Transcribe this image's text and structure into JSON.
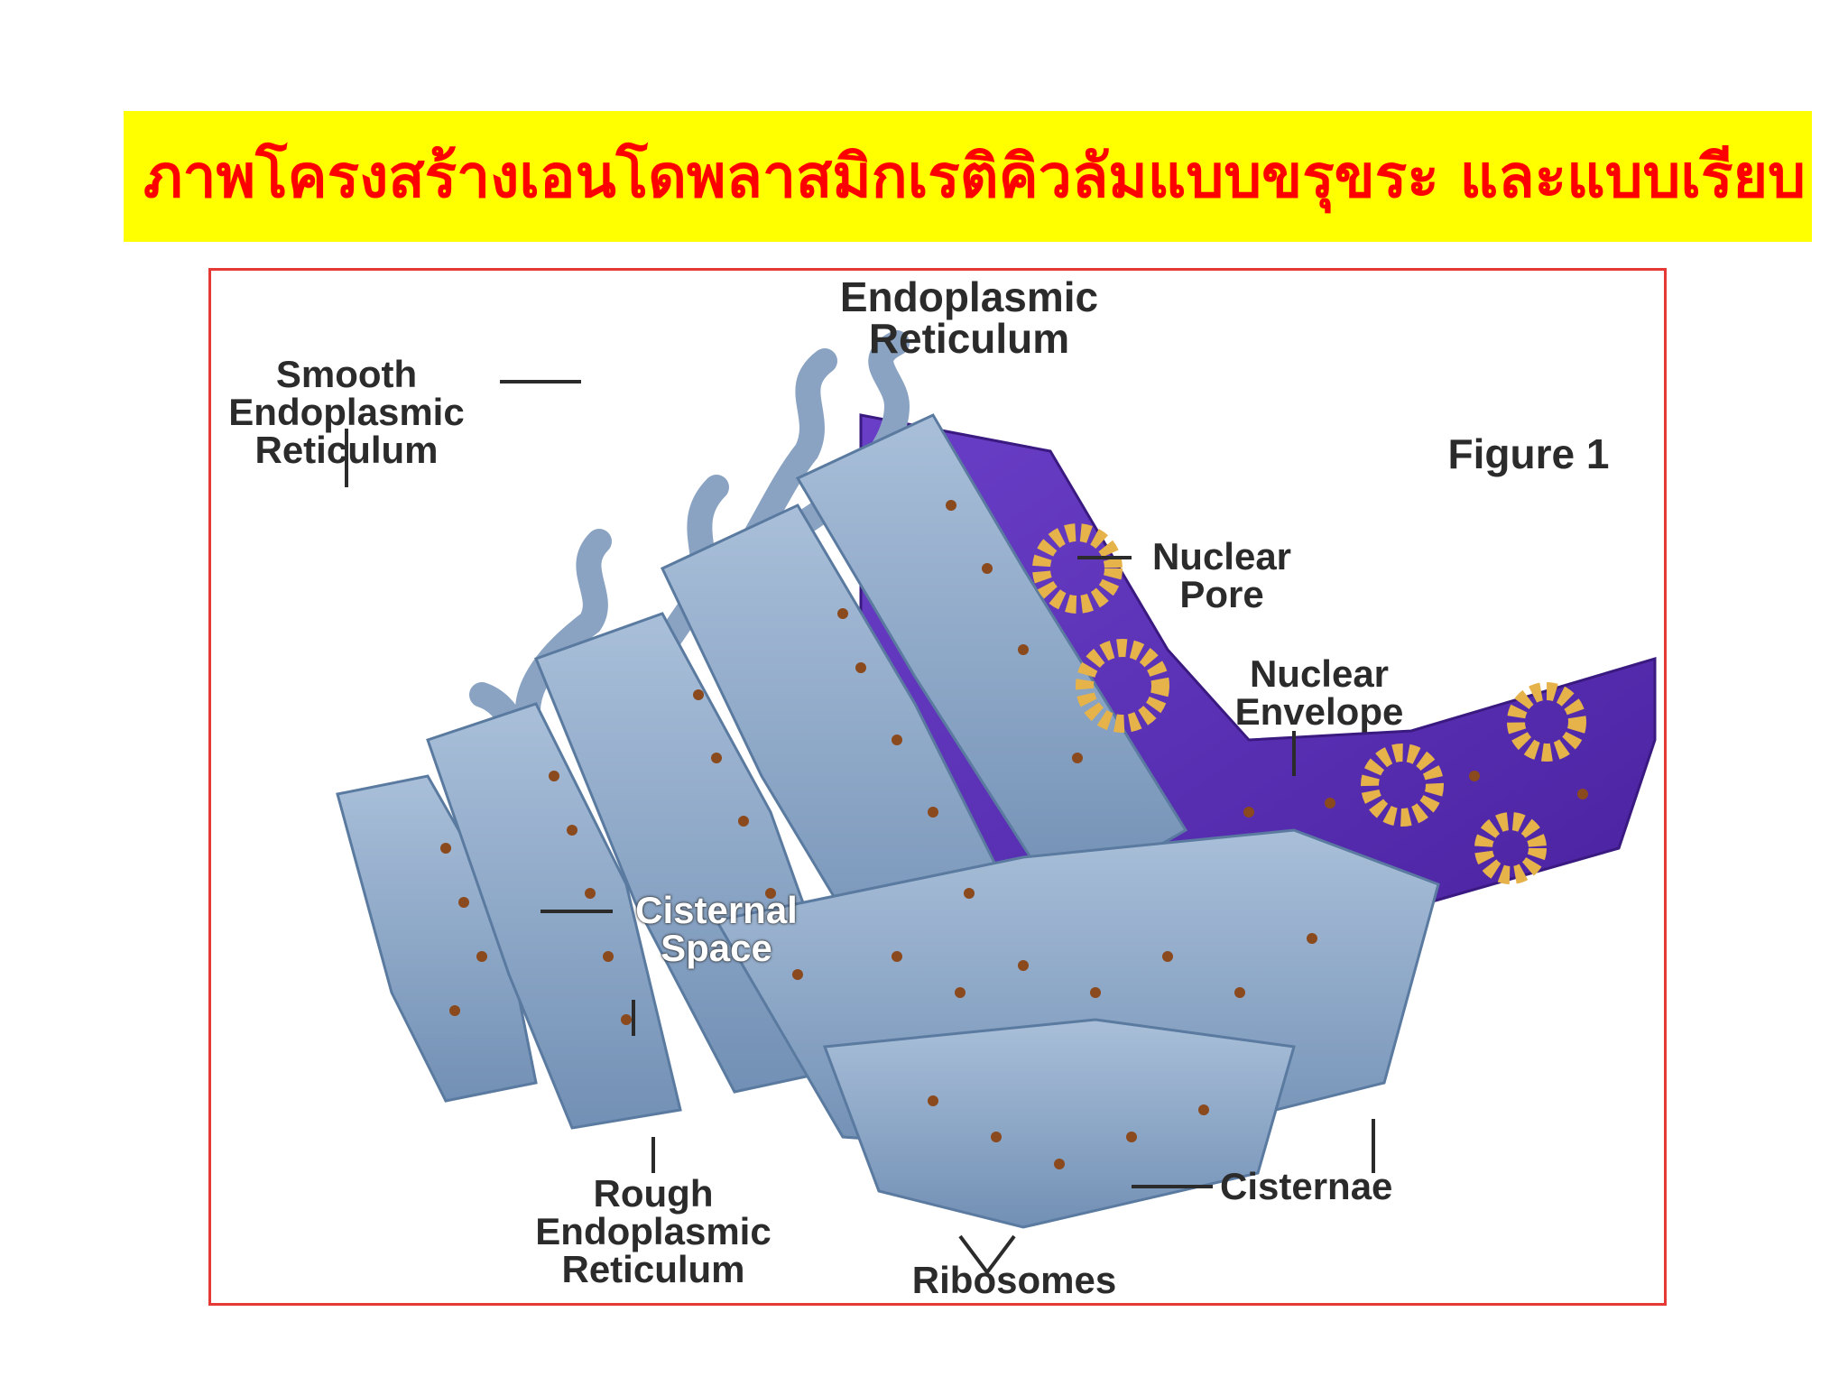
{
  "title": "ภาพโครงสร้างเอนโดพลาสมิกเรติคิวลัมแบบขรุขระ และแบบเรียบ",
  "figure": {
    "heading": "Endoplasmic Reticulum",
    "figure_label": "Figure 1",
    "labels": {
      "smooth_er": [
        "Smooth",
        "Endoplasmic",
        "Reticulum"
      ],
      "nuclear_pore": [
        "Nuclear",
        "Pore"
      ],
      "nuclear_envelope": [
        "Nuclear",
        "Envelope"
      ],
      "cisternal_space": [
        "Cisternal",
        "Space"
      ],
      "rough_er": [
        "Rough",
        "Endoplasmic",
        "Reticulum"
      ],
      "cisternae": "Cisternae",
      "ribosomes": "Ribosomes"
    }
  },
  "colors": {
    "banner": "#ffff00",
    "title_text": "#ff0000",
    "frame_border": "#e53935",
    "er_membrane": "#8aa3c2",
    "nucleus": "#5a2fb0",
    "pore": "#e6b24a",
    "ribosome": "#8a4a1e"
  }
}
